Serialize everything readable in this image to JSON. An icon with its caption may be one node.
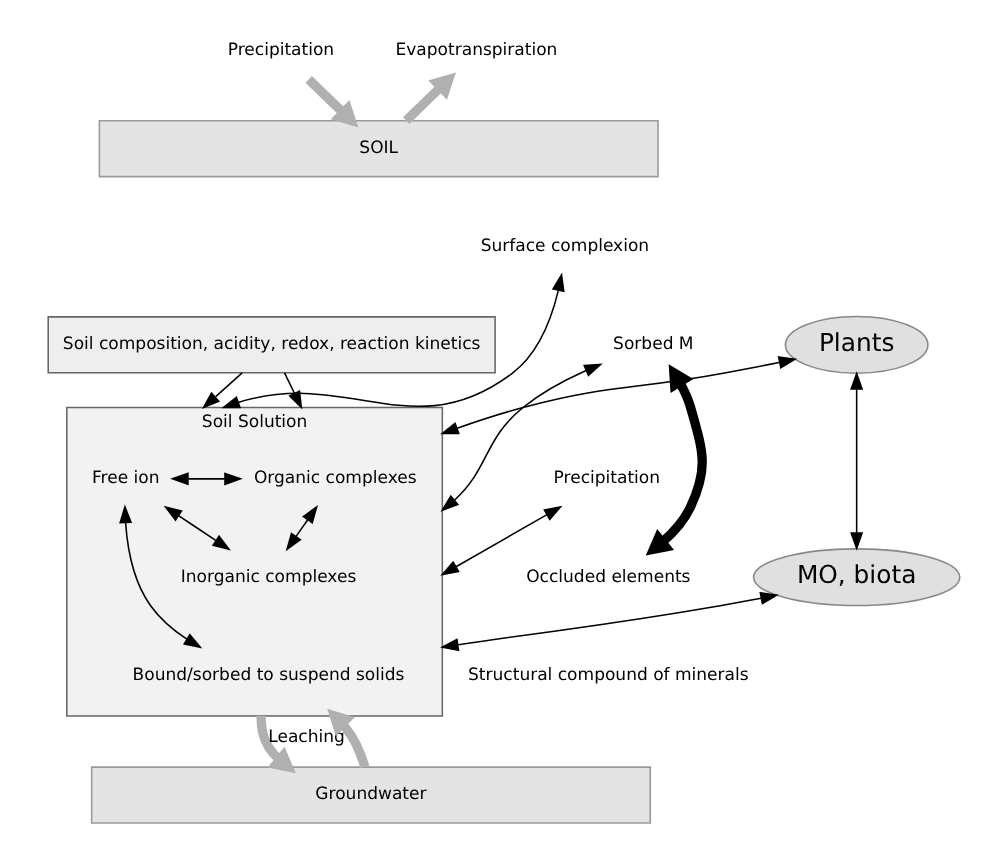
{
  "diagram": {
    "nodes": [
      {
        "text": [
          "Precipitation"
        ]
      },
      {
        "text": [
          "Evapotranspiration"
        ]
      },
      {
        "text": [
          "SOIL"
        ]
      },
      {
        "text": [
          "Soil composition, acidity, redox, reaction kinetics"
        ]
      },
      {
        "text": [
          "Soil Solution"
        ]
      },
      {
        "text": [
          "Free ion"
        ],
        "in": 4
      },
      {
        "text": [
          "Organic complexes"
        ],
        "in": 4
      },
      {
        "text": [
          "Inorganic complexes"
        ],
        "in": 4
      },
      {
        "text": [
          "Bound/sorbed to suspend solids"
        ],
        "in": 4
      },
      {
        "text": [
          "Surface complexion"
        ]
      },
      {
        "text": [
          "Sorbed M"
        ]
      },
      {
        "text": [
          "Precipitation"
        ]
      },
      {
        "text": [
          "Occluded elements"
        ]
      },
      {
        "text": [
          "Plants"
        ]
      },
      {
        "text": [
          "MO, biota"
        ]
      },
      {
        "text": [
          "Groundwater"
        ]
      }
    ],
    "edges": [
      {
        "from": 0,
        "to": 2,
        "arrow": "to",
        "style": "thick",
        "color": "#b0b0b0"
      },
      {
        "from": 2,
        "to": 1,
        "arrow": "to",
        "style": "thick",
        "color": "#b0b0b0"
      },
      {
        "from": 3,
        "to": 4,
        "arrow": "to"
      },
      {
        "from": 3,
        "to": 4,
        "arrow": "to"
      },
      {
        "from": 9,
        "to": 4,
        "arrow": "both"
      },
      {
        "from": 10,
        "to": 4,
        "arrow": "both"
      },
      {
        "from": 11,
        "to": 4,
        "arrow": "both"
      },
      {
        "from": 5,
        "to": 6,
        "arrow": "both"
      },
      {
        "from": 5,
        "to": 7,
        "arrow": "both"
      },
      {
        "from": 6,
        "to": 7,
        "arrow": "both"
      },
      {
        "from": 5,
        "to": 8,
        "arrow": "both"
      },
      {
        "from": 4,
        "to": 13,
        "arrow": "both"
      },
      {
        "from": 4,
        "to": 14,
        "arrow": "both"
      },
      {
        "from": 13,
        "to": 14,
        "arrow": "both"
      },
      {
        "from": 10,
        "to": 12,
        "arrow": "both",
        "style": "thick"
      },
      {
        "from": 4,
        "to": 15,
        "arrow": "to",
        "label": "Leaching",
        "style": "thick",
        "color": "#b0b0b0"
      },
      {
        "from": 15,
        "to": 4,
        "arrow": "to",
        "style": "thick",
        "color": "#b0b0b0"
      }
    ],
    "labels": [
      "Structural compound of minerals"
    ]
  }
}
